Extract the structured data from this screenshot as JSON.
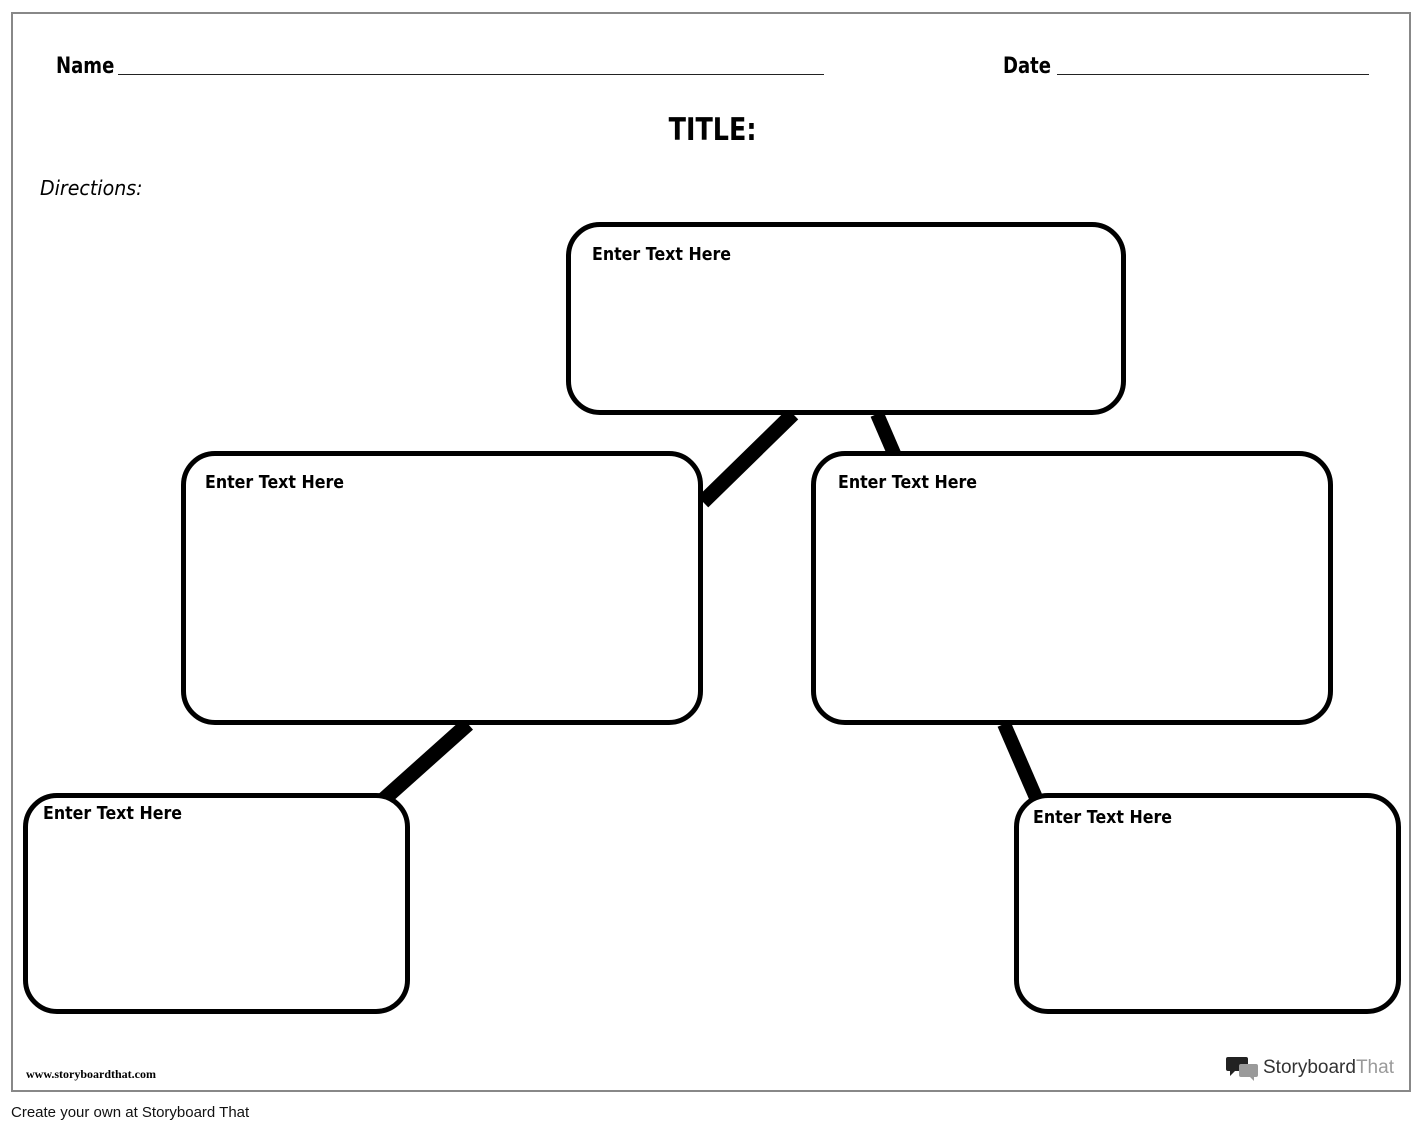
{
  "worksheet": {
    "name_label": "Name",
    "date_label": "Date",
    "title": "TITLE:",
    "directions": "Directions:"
  },
  "boxes": [
    {
      "id": "top",
      "text": "Enter Text Here"
    },
    {
      "id": "middle-left",
      "text": "Enter Text Here"
    },
    {
      "id": "middle-right",
      "text": "Enter Text Here"
    },
    {
      "id": "bottom-left",
      "text": "Enter Text Here"
    },
    {
      "id": "bottom-right",
      "text": "Enter Text Here"
    }
  ],
  "footer": {
    "website": "www.storyboardthat.com",
    "brand_part1": "Storyboard",
    "brand_part2": "That",
    "brand_icon": "speech-bubbles-icon",
    "create_link": "Create your own at Storyboard That"
  }
}
